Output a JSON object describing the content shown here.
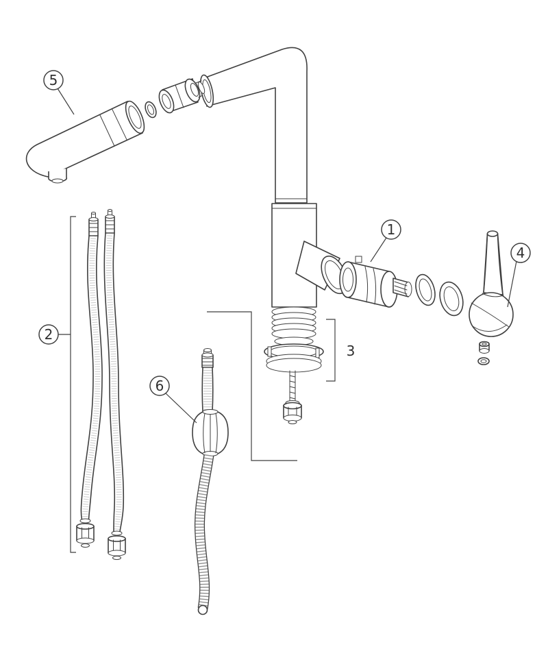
{
  "diagram": {
    "type": "exploded-parts-diagram",
    "subject": "kitchen-faucet-parts",
    "background_color": "#ffffff",
    "line_color": "#3f3f3f",
    "callout_text_color": "#2f2f2f",
    "callouts": [
      {
        "label": "1",
        "marker": "circle"
      },
      {
        "label": "2",
        "marker": "circle"
      },
      {
        "label": "3",
        "marker": "plain-text"
      },
      {
        "label": "4",
        "marker": "circle"
      },
      {
        "label": "5",
        "marker": "circle"
      },
      {
        "label": "6",
        "marker": "circle"
      }
    ]
  }
}
